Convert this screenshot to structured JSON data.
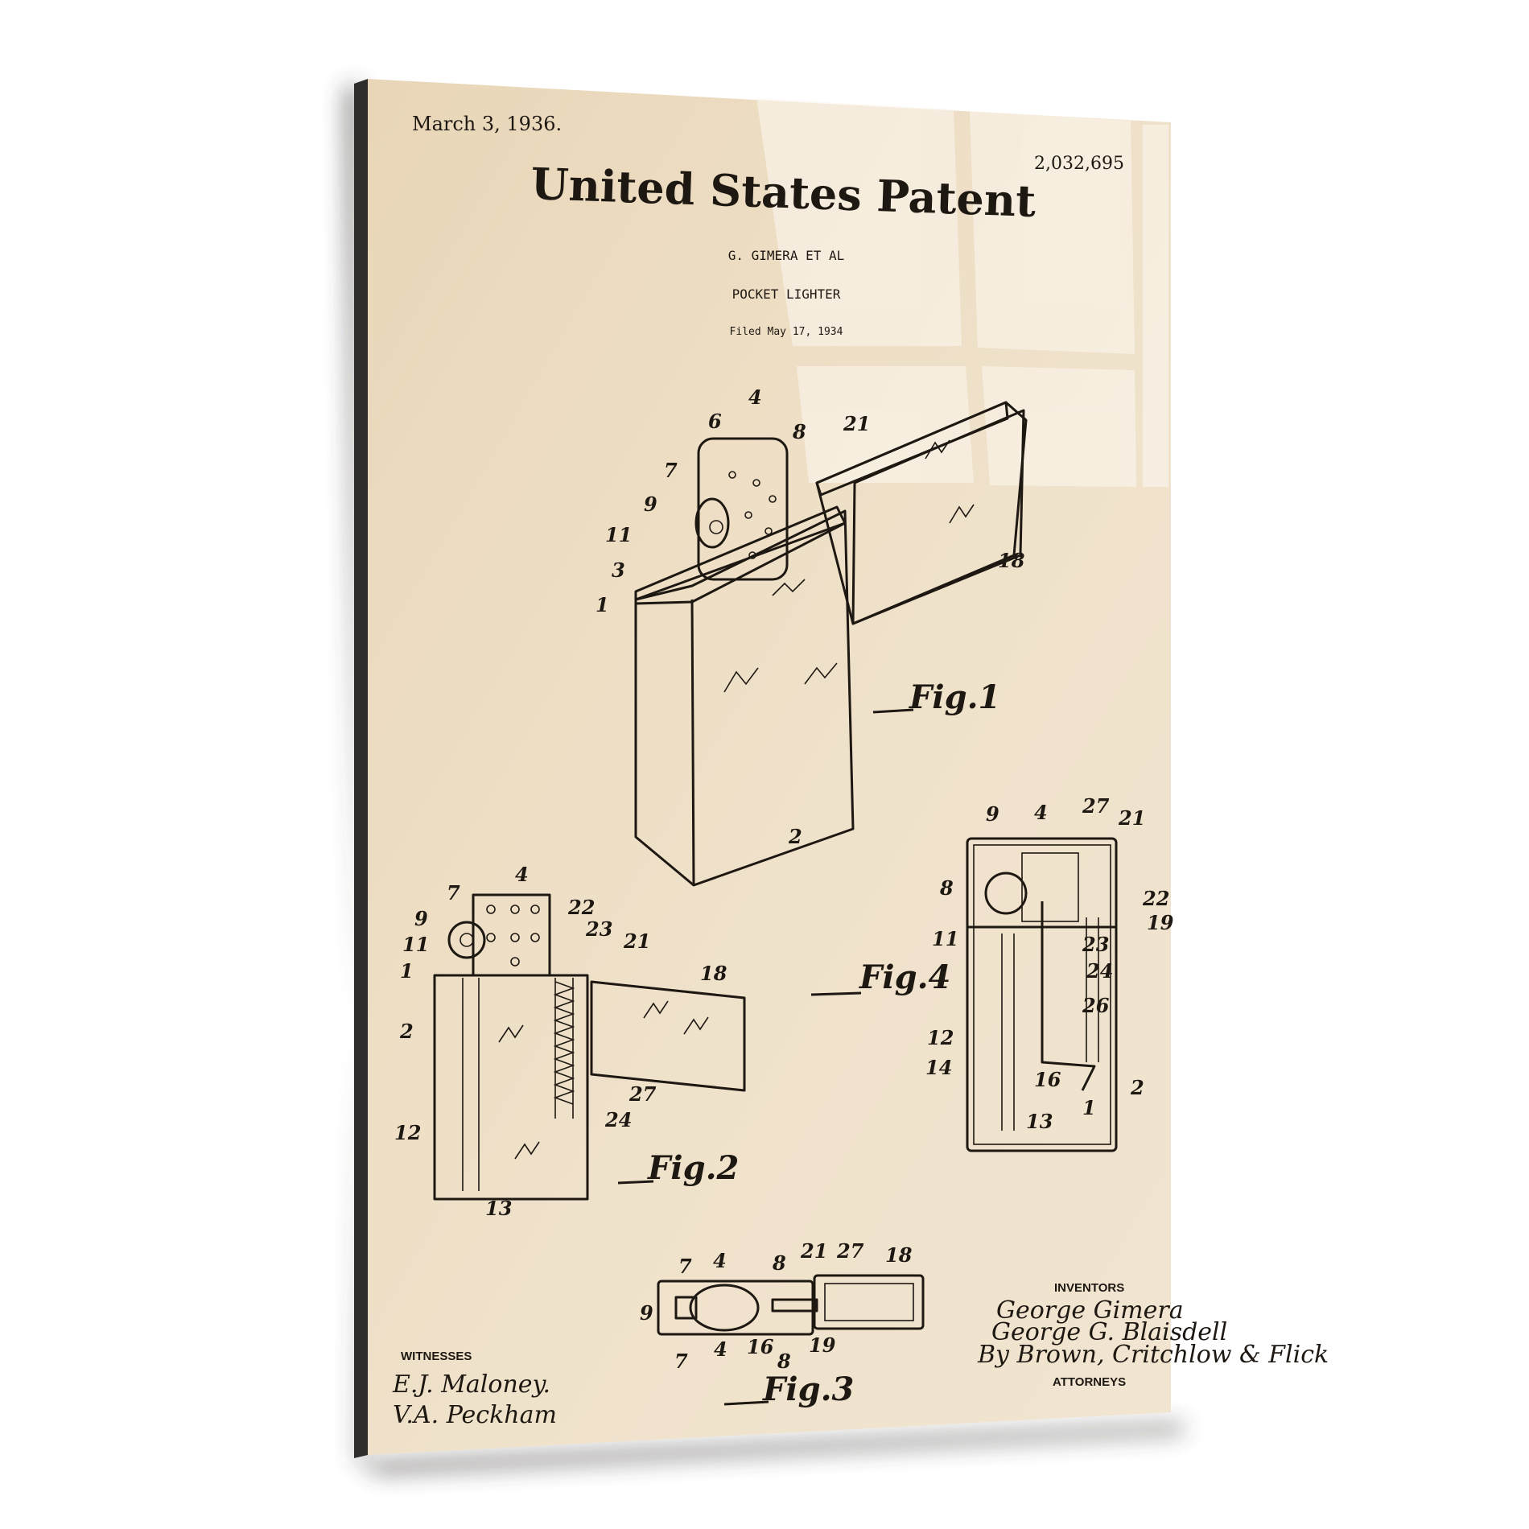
{
  "header": {
    "date": "March 3, 1936.",
    "patent_number": "2,032,695",
    "title": "United States Patent",
    "inventor_line": "G. GIMERA ET AL",
    "invention": "POCKET LIGHTER",
    "filed": "Filed May 17, 1934"
  },
  "figures": {
    "fig1": {
      "label": "Fig.1",
      "parts": [
        "4",
        "6",
        "8",
        "21",
        "7",
        "9",
        "11",
        "3",
        "1",
        "18",
        "2"
      ]
    },
    "fig2": {
      "label": "Fig.2",
      "parts": [
        "4",
        "7",
        "22",
        "9",
        "23",
        "21",
        "11",
        "1",
        "18",
        "2",
        "27",
        "24",
        "12",
        "13"
      ]
    },
    "fig3": {
      "label": "Fig.3",
      "parts": [
        "21",
        "27",
        "18",
        "7",
        "4",
        "8",
        "9",
        "7",
        "4",
        "16",
        "8",
        "19"
      ]
    },
    "fig4": {
      "label": "Fig.4",
      "parts": [
        "9",
        "4",
        "27",
        "21",
        "8",
        "22",
        "19",
        "11",
        "23",
        "24",
        "26",
        "12",
        "14",
        "16",
        "2",
        "1",
        "13"
      ]
    }
  },
  "witnesses": {
    "caption": "WITNESSES",
    "signatures": [
      "E.J. Maloney.",
      "V.A. Peckham"
    ]
  },
  "inventors": {
    "caption": "INVENTORS",
    "signatures": [
      "George Gimera",
      "George G. Blaisdell",
      "By Brown, Critchlow & Flick"
    ],
    "attorneys_caption": "ATTORNEYS"
  },
  "colors": {
    "paper": "#eedfc6",
    "ink": "#1e1812",
    "shadow": "#3a3836",
    "background": "#ffffff"
  }
}
